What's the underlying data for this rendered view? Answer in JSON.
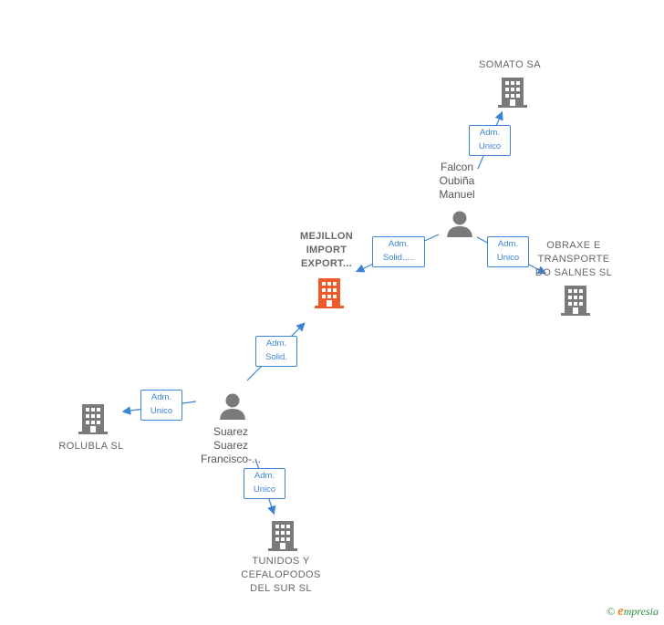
{
  "nodes": {
    "somato": {
      "label": "SOMATO SA"
    },
    "falcon": {
      "label_lines": [
        "Falcon",
        "Oubiña",
        "Manuel"
      ]
    },
    "mejillon": {
      "label_lines": [
        "MEJILLON",
        "IMPORT",
        "EXPORT..."
      ]
    },
    "obraxe": {
      "label_lines": [
        "OBRAXE E",
        "TRANSPORTE",
        "DO SALNES SL"
      ]
    },
    "suarez": {
      "label_lines": [
        "Suarez",
        "Suarez",
        "Francisco-..."
      ]
    },
    "rolubla": {
      "label": "ROLUBLA SL"
    },
    "tunidos": {
      "label_lines": [
        "TUNIDOS Y",
        "CEFALOPODOS",
        "DEL SUR SL"
      ]
    }
  },
  "edges": {
    "falcon_somato": [
      "Adm.",
      "Unico"
    ],
    "falcon_mejillon": [
      "Adm.",
      "Solid.,..."
    ],
    "falcon_obraxe": [
      "Adm.",
      "Unico"
    ],
    "suarez_mejillon": [
      "Adm.",
      "Solid."
    ],
    "suarez_rolubla": [
      "Adm.",
      "Unico"
    ],
    "suarez_tunidos": [
      "Adm.",
      "Unico"
    ]
  },
  "colors": {
    "edge": "#3b83d6",
    "company_icon": "#7a7a7a",
    "focus_icon": "#f05a28",
    "person_icon": "#7a7a7a"
  },
  "brand": {
    "copyright": "©",
    "e": "e",
    "rest": "mpresia"
  }
}
